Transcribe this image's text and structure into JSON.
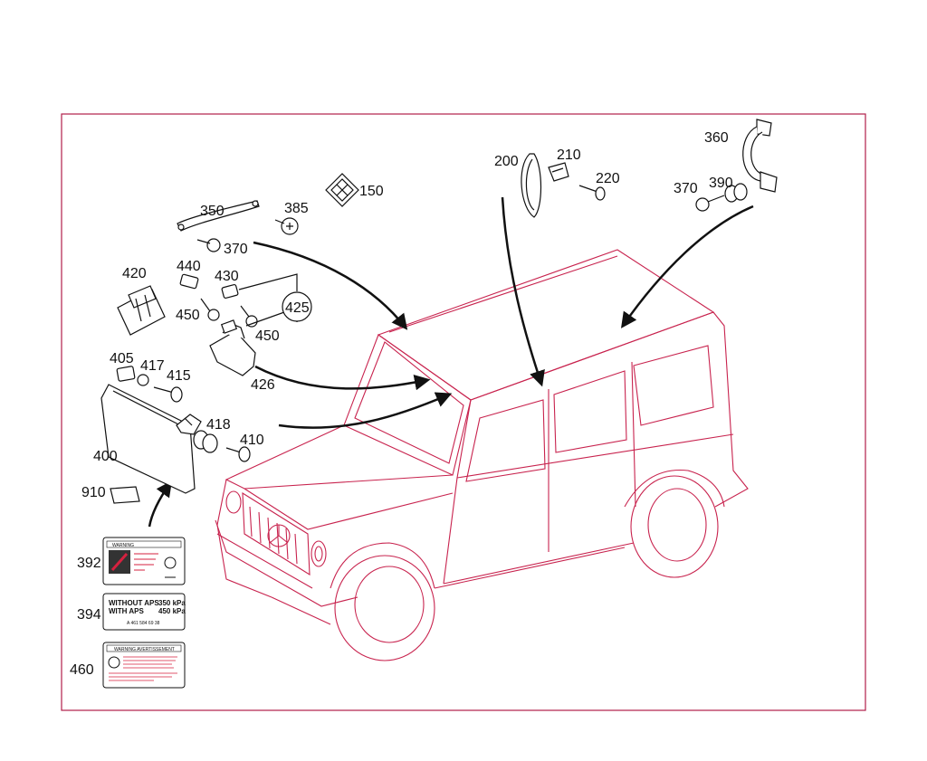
{
  "colors": {
    "frame": "#b01e4a",
    "vehicle": "#c8234e",
    "parts": "#111111",
    "arrow": "#111111",
    "label_red": "#d6213f"
  },
  "callouts": {
    "c150": "150",
    "c200": "200",
    "c210": "210",
    "c220": "220",
    "c350": "350",
    "c360": "360",
    "c370a": "370",
    "c370b": "370",
    "c385": "385",
    "c390": "390",
    "c392": "392",
    "c394": "394",
    "c400": "400",
    "c405": "405",
    "c410": "410",
    "c415": "415",
    "c417": "417",
    "c418": "418",
    "c420": "420",
    "c425": "425",
    "c426": "426",
    "c430": "430",
    "c440": "440",
    "c450a": "450",
    "c450b": "450",
    "c460": "460",
    "c910": "910"
  },
  "labels": {
    "label394": {
      "line1_left": "WITHOUT APS",
      "line1_right": "350 kPa",
      "line2_left": "WITH APS",
      "line2_right": "450 kPa",
      "part_no": "A 461 584 69 38"
    },
    "label392": {
      "title": "WARNING"
    },
    "label460": {
      "title": "WARNING AVERTISSEMENT"
    }
  }
}
